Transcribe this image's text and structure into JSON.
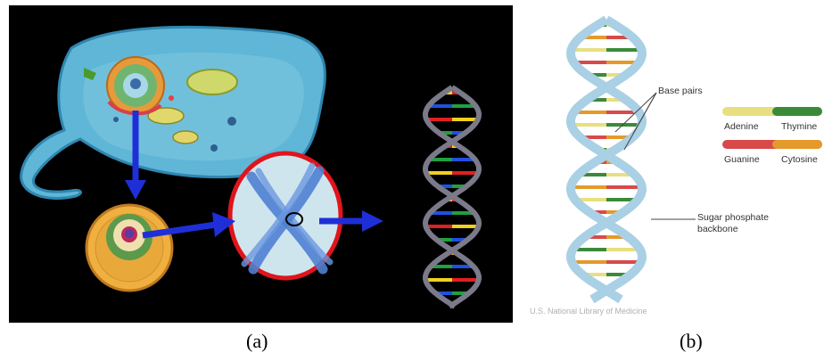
{
  "panel_b": {
    "base_pairs_label": "Base pairs",
    "backbone_label_line1": "Sugar phosphate",
    "backbone_label_line2": "backbone",
    "legend": [
      {
        "left": "Adenine",
        "right": "Thymine",
        "colors": [
          "#e8df80",
          "#3a8a3a"
        ]
      },
      {
        "left": "Guanine",
        "right": "Cytosine",
        "colors": [
          "#d84a4a",
          "#e49a2a"
        ]
      }
    ],
    "credit": "U.S. National Library of Medicine"
  },
  "captions": {
    "a": "(a)",
    "b": "(b)"
  },
  "colors": {
    "arrow": "#1f2fd8",
    "chromosome_ring": "#e0141c",
    "cell": "#5fb6d6",
    "helix_backbone": "#a9d0e4"
  }
}
